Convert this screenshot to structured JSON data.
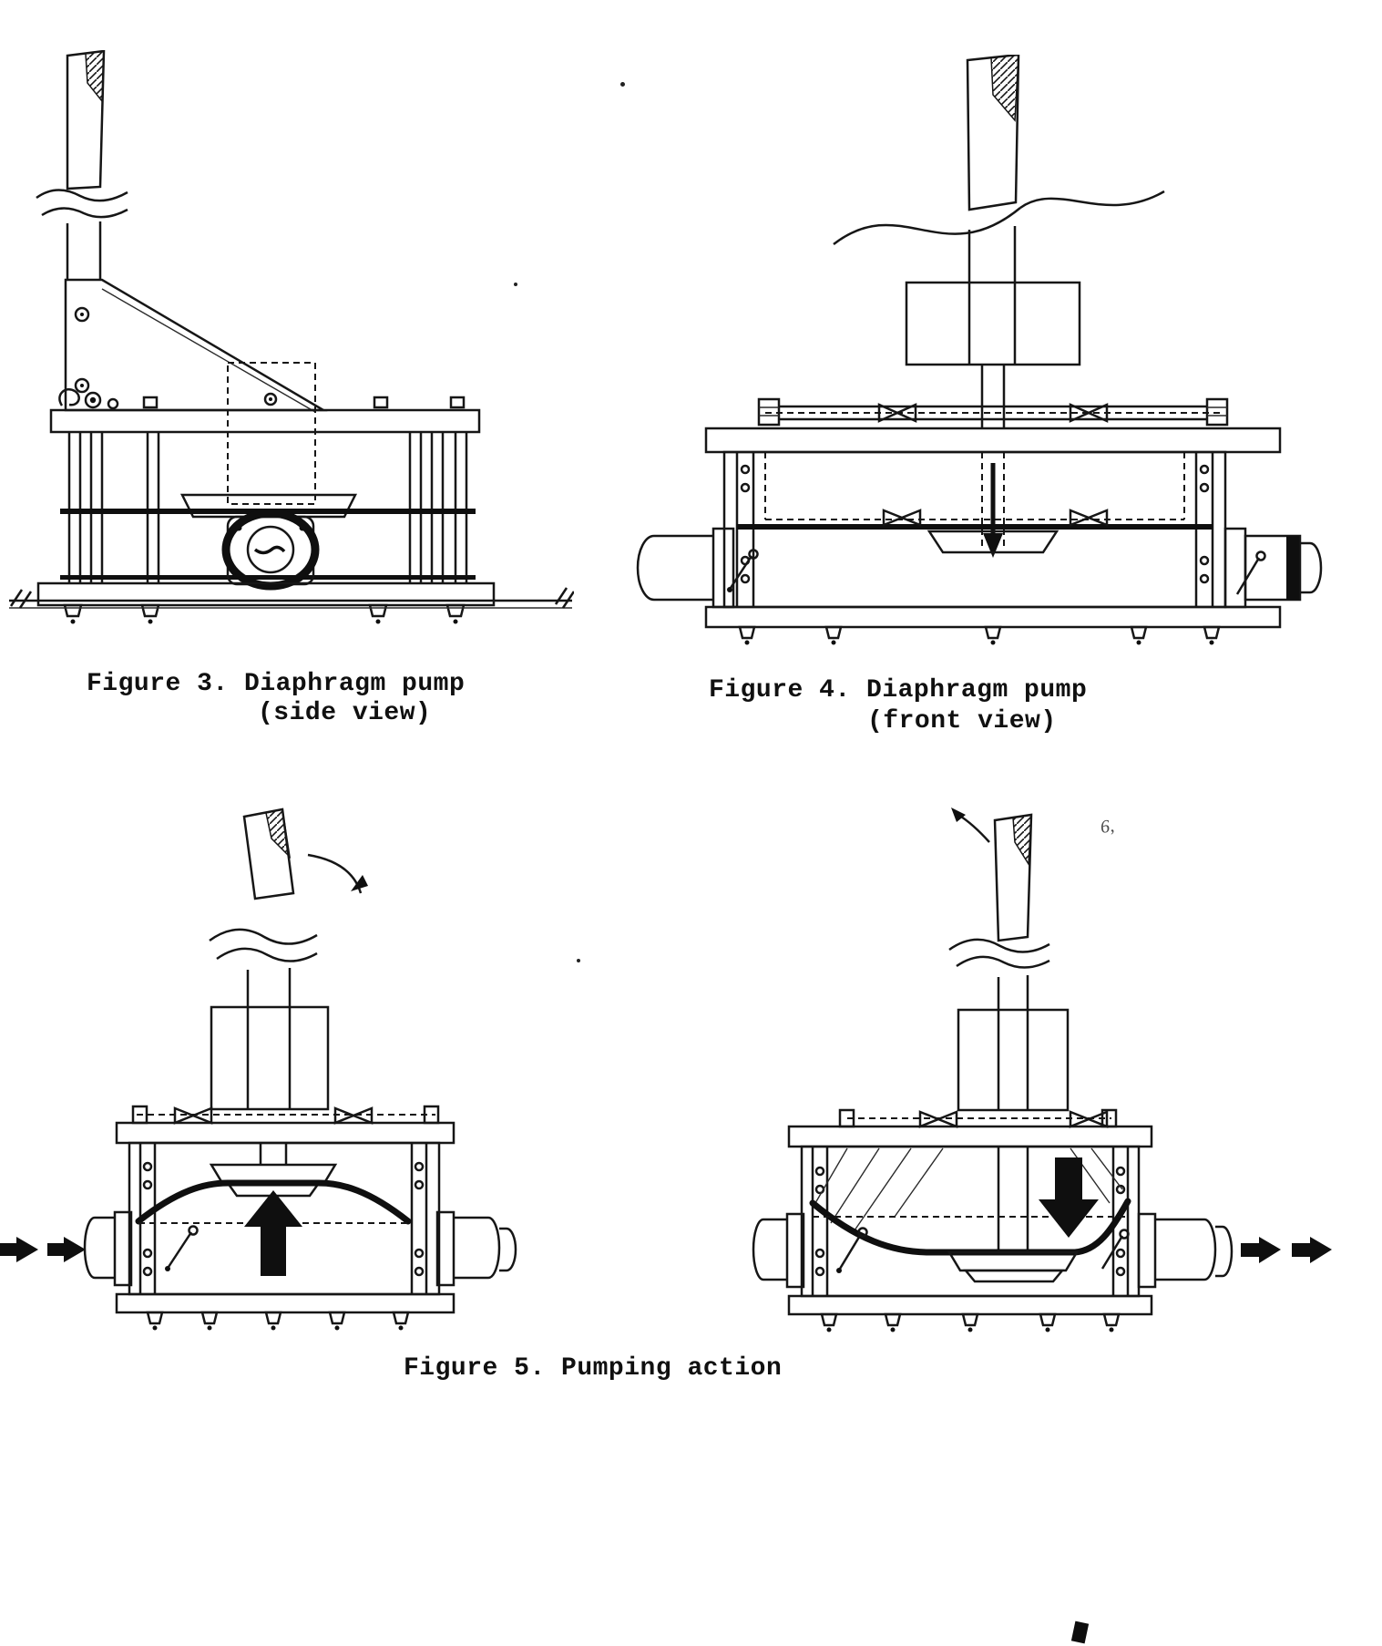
{
  "colors": {
    "paper": "#ffffff",
    "ink": "#161616"
  },
  "figures": {
    "figure3": {
      "caption_line1": "Figure 3. Diaphragm pump",
      "caption_line2": "(side view)",
      "view": "side view"
    },
    "figure4": {
      "caption_line1": "Figure 4. Diaphragm pump",
      "caption_line2": "(front view)",
      "view": "front view"
    },
    "figure5": {
      "caption": "Figure 5. Pumping action",
      "left_panel": "upstroke - water drawn in (inflow arrows at left, diaphragm up)",
      "right_panel": "downstroke - water pushed out (outflow arrows at right, diaphragm down)"
    }
  },
  "stray_mark": "6,"
}
